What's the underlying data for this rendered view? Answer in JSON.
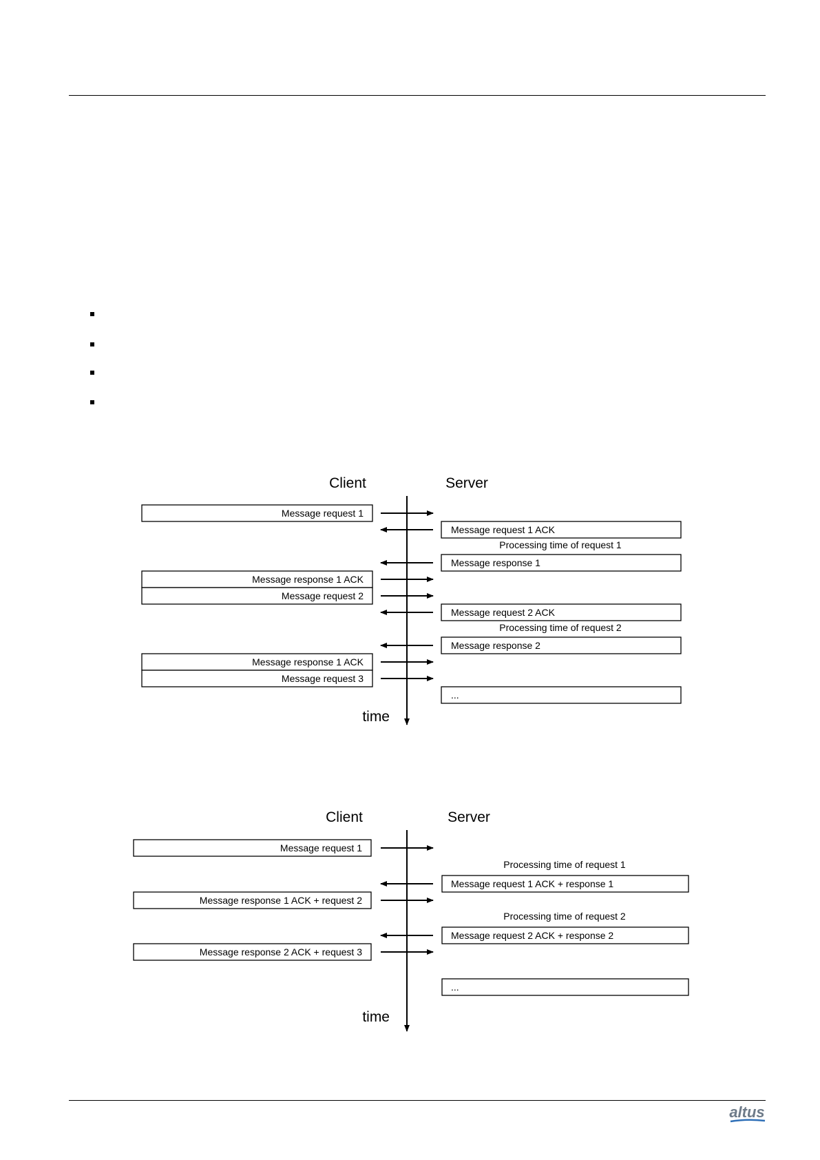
{
  "logo_text": "altus",
  "diagram1": {
    "client_label": "Client",
    "server_label": "Server",
    "time_label": "time",
    "client_messages": [
      "Message request 1",
      "Message response 1 ACK",
      "Message request 2",
      "Message response 1 ACK",
      "Message request 3"
    ],
    "server_messages": [
      "Message request 1 ACK",
      "Message response 1",
      "Message request 2 ACK",
      "Message response 2",
      "..."
    ],
    "processing_labels": [
      "Processing time of request 1",
      "Processing time of request 2"
    ]
  },
  "diagram2": {
    "client_label": "Client",
    "server_label": "Server",
    "time_label": "time",
    "client_messages": [
      "Message request 1",
      "Message response 1 ACK + request 2",
      "Message response 2 ACK + request 3"
    ],
    "server_messages": [
      "Message request 1 ACK + response 1",
      "Message request 2 ACK + response 2",
      "..."
    ],
    "processing_labels": [
      "Processing time of request 1",
      "Processing time of request 2"
    ]
  }
}
